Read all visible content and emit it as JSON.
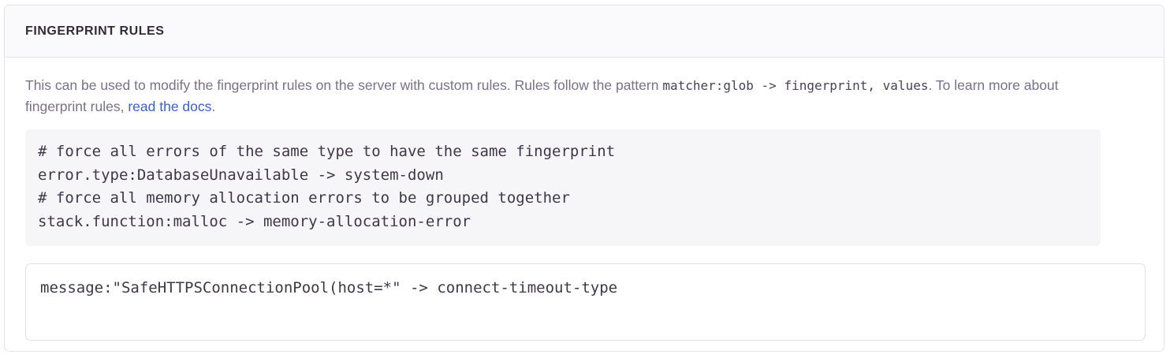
{
  "panel": {
    "header_title": "FINGERPRINT RULES",
    "description": {
      "part1": "This can be used to modify the fingerprint rules on the server with custom rules. Rules follow the pattern ",
      "inline_code": "matcher:glob -> fingerprint, values",
      "part2": ". To learn more about fingerprint rules, ",
      "link_text": "read the docs",
      "part3": "."
    },
    "example_code": {
      "lines": [
        "# force all errors of the same type to have the same fingerprint",
        "error.type:DatabaseUnavailable -> system-down",
        "# force all memory allocation errors to be grouped together",
        "stack.function:malloc -> memory-allocation-error"
      ]
    },
    "rules_input": {
      "value": "message:\"SafeHTTPSConnectionPool(host=*\" -> connect-timeout-type",
      "placeholder": ""
    }
  },
  "colors": {
    "link": "#3b5fd3",
    "header_text": "#332b3d",
    "body_text": "#7a7089",
    "code_text": "#3f3749",
    "code_bg": "#f6f6f9",
    "panel_border": "#e3e1e9",
    "header_bg": "#fafafc"
  }
}
